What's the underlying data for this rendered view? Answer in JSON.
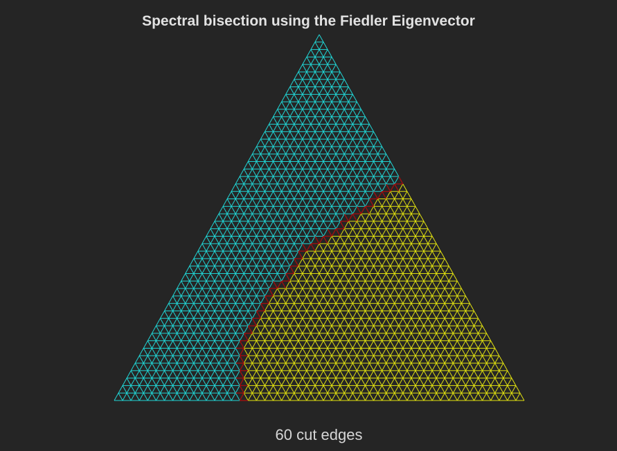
{
  "figure": {
    "title": "Spectral bisection using the Fiedler Eigenvector",
    "caption": "60 cut edges"
  },
  "graph": {
    "type": "triangular-mesh",
    "subdivisions": 49,
    "partition": "fiedler-vector-sign"
  },
  "colors": {
    "background": "#252525",
    "partition_a": "#21d6d6",
    "partition_b": "#e3e310",
    "cut_edge": "#9e1010"
  }
}
